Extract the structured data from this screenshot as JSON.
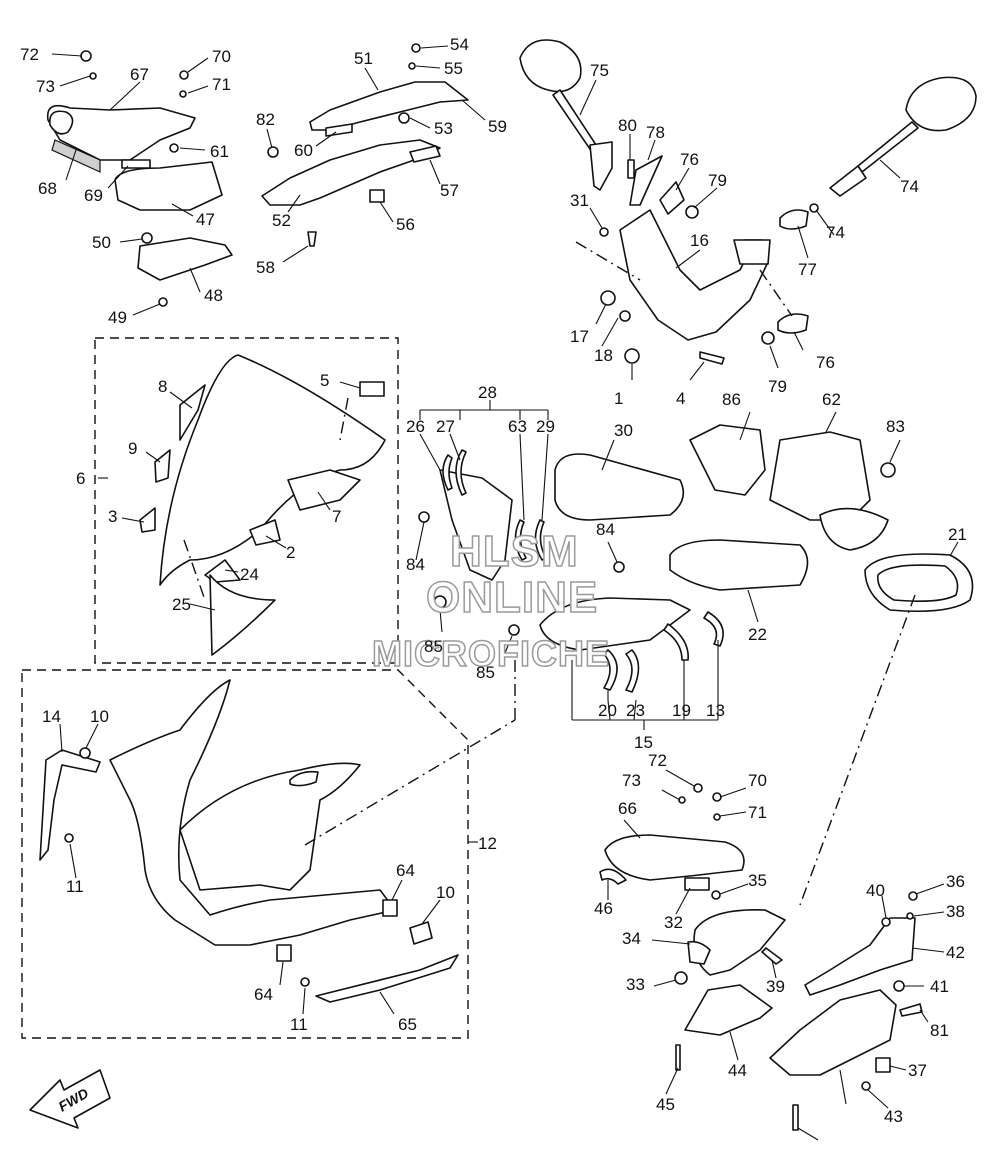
{
  "watermark": {
    "line1": "HLSM",
    "line2": "ONLINE",
    "line3": "MICROFICHE"
  },
  "direction_label": "FWD",
  "callouts": [
    "72",
    "73",
    "67",
    "70",
    "71",
    "61",
    "68",
    "69",
    "47",
    "50",
    "48",
    "49",
    "51",
    "54",
    "55",
    "59",
    "53",
    "82",
    "60",
    "57",
    "52",
    "56",
    "58",
    "75",
    "80",
    "78",
    "76",
    "79",
    "74",
    "31",
    "16",
    "77",
    "17",
    "18",
    "1",
    "4",
    "6",
    "8",
    "9",
    "3",
    "5",
    "7",
    "2",
    "24",
    "25",
    "28",
    "26",
    "27",
    "63",
    "29",
    "30",
    "84",
    "85",
    "86",
    "62",
    "83",
    "22",
    "21",
    "20",
    "23",
    "19",
    "13",
    "15",
    "14",
    "10",
    "11",
    "12",
    "64",
    "65",
    "66",
    "46",
    "32",
    "35",
    "34",
    "33",
    "45",
    "44",
    "39",
    "40",
    "36",
    "38",
    "42",
    "41",
    "81",
    "37",
    "43"
  ]
}
